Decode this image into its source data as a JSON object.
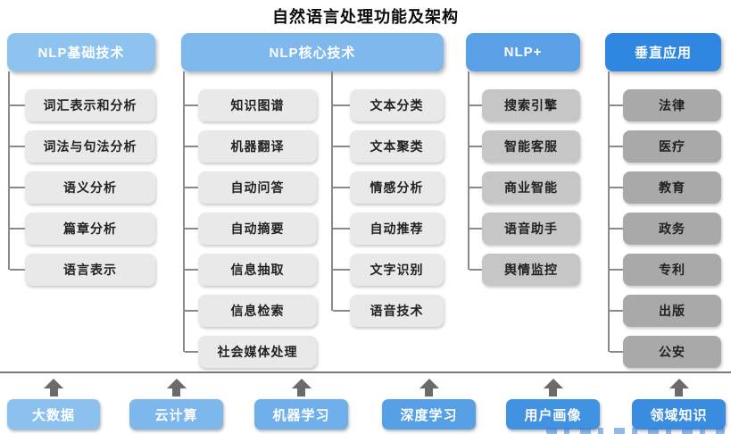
{
  "title": "自然语言处理功能及架构",
  "tree": {
    "basic": {
      "header": "NLP基础技术",
      "items": [
        "词汇表示和分析",
        "词法与句法分析",
        "语义分析",
        "篇章分析",
        "语言表示"
      ]
    },
    "core": {
      "header": "NLP核心技术",
      "left_items": [
        "知识图谱",
        "机器翻译",
        "自动问答",
        "自动摘要",
        "信息抽取",
        "信息检索",
        "社会媒体处理"
      ],
      "right_items": [
        "文本分类",
        "文本聚类",
        "情感分析",
        "自动推荐",
        "文字识别",
        "语音技术"
      ]
    },
    "plus": {
      "header": "NLP+",
      "items": [
        "搜索引擎",
        "智能客服",
        "商业智能",
        "语音助手",
        "舆情监控"
      ]
    },
    "vertical": {
      "header": "垂直应用",
      "items": [
        "法律",
        "医疗",
        "教育",
        "政务",
        "专利",
        "出版",
        "公安"
      ]
    }
  },
  "foundation": {
    "items": [
      {
        "label": "大数据",
        "color": "#8cc1ef"
      },
      {
        "label": "云计算",
        "color": "#7db7ec"
      },
      {
        "label": "机器学习",
        "color": "#6fb0ea"
      },
      {
        "label": "深度学习",
        "color": "#57a0e6"
      },
      {
        "label": "用户画像",
        "color": "#4292e2"
      },
      {
        "label": "领域知识",
        "color": "#3a8ce1"
      }
    ]
  },
  "colors": {
    "header_basic": "#8ec3f0",
    "header_core": "#7eb8ec",
    "header_plus": "#5aa0e6",
    "header_vertical": "#2f87e1",
    "item_light": "#e9e9e9",
    "item_mid": "#c6c6c6",
    "item_dark": "#a9a9a9",
    "connector": "#8a8a8a",
    "arrow": "#6b6b6b"
  }
}
